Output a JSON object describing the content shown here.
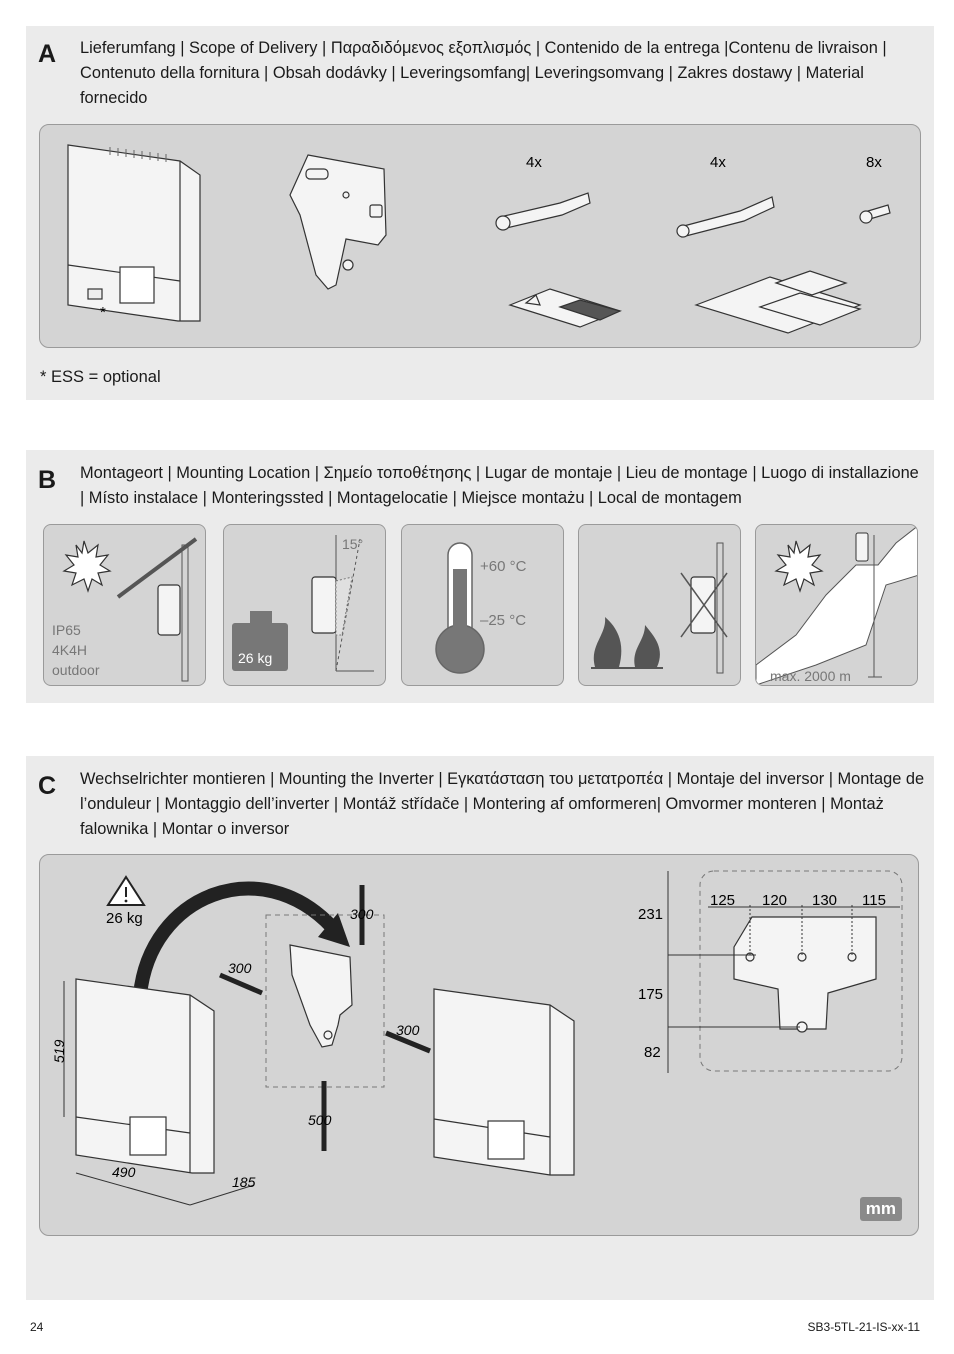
{
  "section_a": {
    "letter": "A",
    "heading": "Lieferumfang | Scope of Delivery | Παραδιδόμενος εξοπλισμός | Contenido de la entrega |Contenu de livraison | Contenuto della fornitura | Obsah dodávky | Leveringsomfang| Leveringsomvang | Zakres dostawy | Material fornecido",
    "qty_1": "4x",
    "qty_2": "4x",
    "qty_3": "8x",
    "asterisk": "*",
    "note": "* ESS = optional"
  },
  "section_b": {
    "letter": "B",
    "heading": "Montageort | Mounting Location | Σημείο τοποθέτησης | Lugar de montaje | Lieu de montage | Luogo di installazione | Místo instalace | Monteringssted | Montagelocatie | Miejsce montażu | Local de montagem",
    "ip_rating": "IP65",
    "climate": "4K4H",
    "environment": "outdoor",
    "tilt": "15°",
    "weight": "26 kg",
    "temp_max": "+60 °C",
    "temp_min": "–25 °C",
    "altitude": "max. 2000 m"
  },
  "section_c": {
    "letter": "C",
    "heading": "Wechselrichter montieren | Mounting the Inverter | Εγκατάσταση του μετατροπέα | Montaje del inversor | Montage de l’onduleur | Montaggio dell’inverter | Montáž střídače | Montering af omformeren| Omvormer monteren | Montaż falownika | Montar o inversor",
    "weight": "26 kg",
    "dim_height": "519",
    "dim_width": "490",
    "dim_depth": "185",
    "clear_top": "300",
    "clear_left": "300",
    "clear_right": "300",
    "clear_bottom": "500",
    "bracket_top": "231",
    "bracket_mid": "175",
    "bracket_bottom": "82",
    "hole_1": "125",
    "hole_2": "120",
    "hole_3": "130",
    "hole_4": "115",
    "unit": "mm"
  },
  "footer": {
    "page_number": "24",
    "doc_code": "SB3-5TL-21-IS-xx-11"
  }
}
